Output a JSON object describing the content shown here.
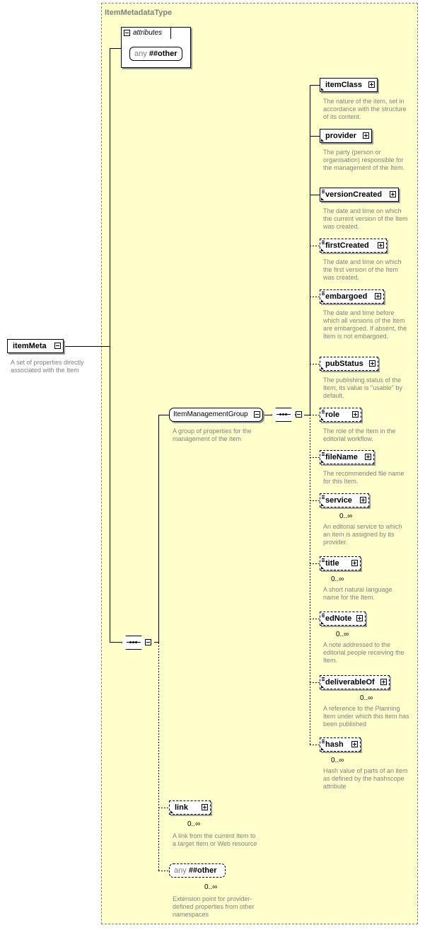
{
  "type_name": "ItemMetadataType",
  "root": {
    "name": "itemMeta",
    "description": "A set of properties directly associated with the Item"
  },
  "attributes": {
    "tab_label": "attributes",
    "any_keyword": "any",
    "any_namespace": "##other"
  },
  "group": {
    "name": "ItemManagementGroup",
    "description": "A group of properties for the management of the item"
  },
  "children": [
    {
      "name": "itemClass",
      "cardinality": "",
      "description": "The nature of the item, set in accordance with the structure of its content."
    },
    {
      "name": "provider",
      "cardinality": "",
      "description": "The party (person or organisation) responsible for the management of the Item."
    },
    {
      "name": "versionCreated",
      "cardinality": "",
      "description": "The date and time on which the current version of the Item was created."
    },
    {
      "name": "firstCreated",
      "cardinality": "",
      "description": "The date and time on which the first version of the Item was created."
    },
    {
      "name": "embargoed",
      "cardinality": "",
      "description": "The date and time before which all versions of the Item are embargoed. If absent, the Item is not embargoed."
    },
    {
      "name": "pubStatus",
      "cardinality": "",
      "description": "The publishing status of the Item, its value is \"usable\" by default."
    },
    {
      "name": "role",
      "cardinality": "",
      "description": "The role of the Item in the editorial workflow."
    },
    {
      "name": "fileName",
      "cardinality": "",
      "description": "The recommended file name for this Item."
    },
    {
      "name": "service",
      "cardinality": "0..∞",
      "description": "An editorial service to which an item is assigned by its provider."
    },
    {
      "name": "title",
      "cardinality": "0..∞",
      "description": "A short natural language name for the Item."
    },
    {
      "name": "edNote",
      "cardinality": "0..∞",
      "description": "A note addressed to the editorial people receiving the Item."
    },
    {
      "name": "deliverableOf",
      "cardinality": "0..∞",
      "description": "A reference to the Planning Item under which this item has been published"
    },
    {
      "name": "hash",
      "cardinality": "0..∞",
      "description": "Hash value of parts of an item as defined by the hashscope attribute"
    }
  ],
  "link": {
    "name": "link",
    "cardinality": "0..∞",
    "description": "A link from the current Item to a target Item or Web resource"
  },
  "any_other": {
    "keyword": "any",
    "namespace": "##other",
    "cardinality": "0..∞",
    "description": "Extension point for provider-defined properties from other namespaces"
  }
}
